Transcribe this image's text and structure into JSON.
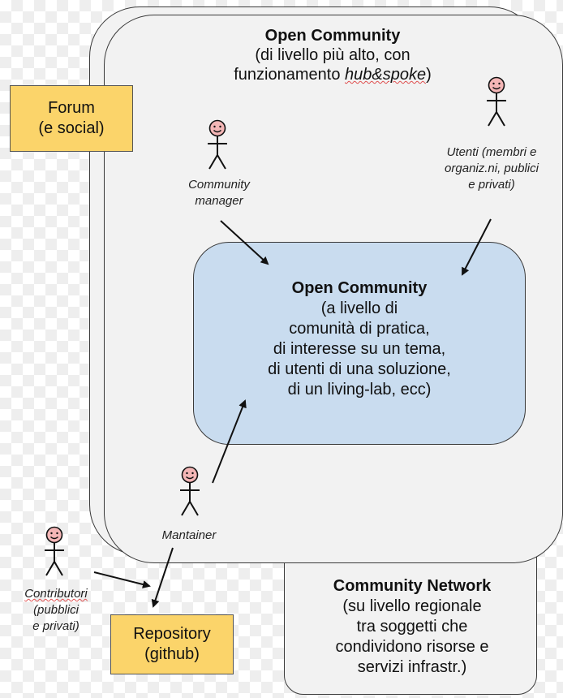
{
  "outer_community": {
    "title": "Open Community",
    "line1": "(di livello più alto, con",
    "line2_prefix": "funzionamento ",
    "line2_italic": "hub&spoke",
    "line2_suffix": ")"
  },
  "inner_community": {
    "title": "Open Community",
    "lines": [
      "(a livello di",
      "comunità di pratica,",
      "di interesse su un tema,",
      "di utenti di una soluzione,",
      "di un living-lab, ecc)"
    ]
  },
  "network": {
    "title": "Community Network",
    "lines": [
      "(su livello regionale",
      "tra soggetti che",
      "condividono risorse e",
      "servizi infrastr.)"
    ]
  },
  "forum": {
    "line1": "Forum",
    "line2": "(e social)"
  },
  "repository": {
    "line1": "Repository",
    "line2": "(github)"
  },
  "actors": {
    "community_manager": {
      "line1": "Community",
      "line2": "manager"
    },
    "utenti": {
      "line1": "Utenti  (membri e",
      "line2": "organiz.ni, publici",
      "line3": "e privati)"
    },
    "mantainer": {
      "line1": "Mantainer"
    },
    "contributori": {
      "line1": "Contributori",
      "line2": "(pubblici",
      "line3": "e privati)"
    }
  },
  "colors": {
    "panel": "#f2f2f2",
    "inner_panel": "#c9dcef",
    "note": "#fbd46a",
    "face": "#f4b6b6",
    "outline": "#3a3a3a"
  }
}
